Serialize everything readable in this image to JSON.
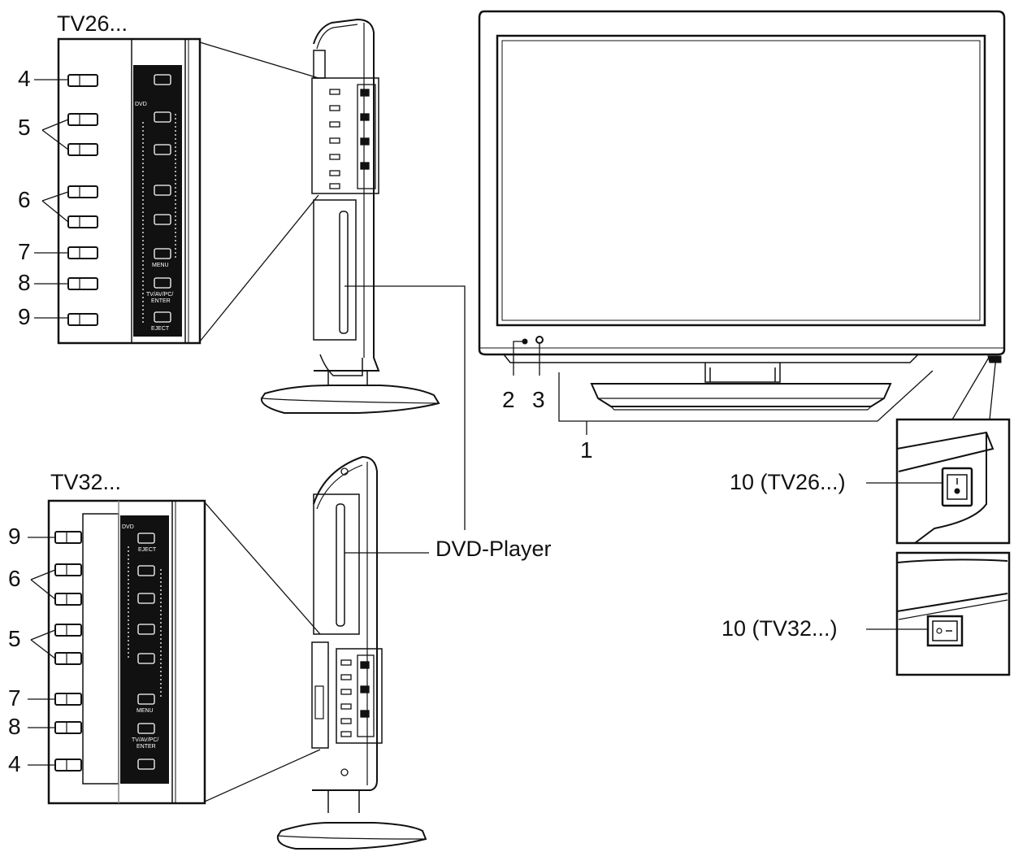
{
  "labels": {
    "tv26_title": "TV26...",
    "tv32_title": "TV32...",
    "dvd_player": "DVD-Player",
    "switch_tv26": "10 (TV26...)",
    "switch_tv32": "10 (TV32...)",
    "front_power_led": "2",
    "front_ir_sensor": "3",
    "front_bottom": "1"
  },
  "tv26_panel": {
    "callouts": [
      "4",
      "5",
      "6",
      "7",
      "8",
      "9"
    ],
    "dvd_tag": "DVD",
    "menu": "MENU",
    "source_line1": "TV/AV/PC/",
    "source_line2": "ENTER",
    "eject": "EJECT"
  },
  "tv32_panel": {
    "callouts": [
      "9",
      "6",
      "5",
      "7",
      "8",
      "4"
    ],
    "dvd_tag": "DVD",
    "eject": "EJECT",
    "menu": "MENU",
    "source_line1": "TV/AV/PC/",
    "source_line2": "ENTER"
  }
}
